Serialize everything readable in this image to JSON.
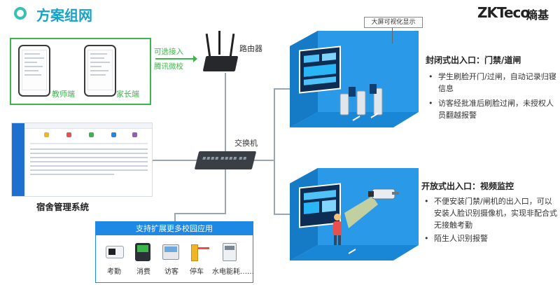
{
  "header": {
    "title": "方案组网",
    "logo_text": "ZKTeco",
    "logo_cn": "熵基"
  },
  "router": {
    "label": "路由器"
  },
  "switch": {
    "label": "交换机"
  },
  "wechat": {
    "note_line1": "可选接入",
    "note_line2": "腾讯微校",
    "teacher_label": "教师端",
    "parent_label": "家长端"
  },
  "dashboard": {
    "label": "宿舍管理系统"
  },
  "extensions": {
    "header": "支持扩展更多校园应用",
    "apps": [
      {
        "label": "考勤",
        "icon": "attendance-terminal-icon"
      },
      {
        "label": "消费",
        "icon": "payment-terminal-icon"
      },
      {
        "label": "访客",
        "icon": "visitor-kiosk-icon"
      },
      {
        "label": "停车",
        "icon": "parking-barrier-icon"
      },
      {
        "label": "水电能耗……",
        "icon": "energy-meter-icon"
      }
    ]
  },
  "closed_entrance": {
    "callout": "大屏可视化显示",
    "title": "封闭式出入口：门禁/道闸",
    "bullets": [
      "学生刷脸开门/过闸，自动记录归寝信息",
      "访客经批准后刷脸过闸，未授权人员翻越报警"
    ]
  },
  "open_entrance": {
    "title": "开放式出入口：视频监控",
    "bullets": [
      "不便安装门禁/闸机的出入口，可以安装人脸识别摄像机，实现非配合式无接触考勤",
      "陌生人识别报警"
    ]
  },
  "colors": {
    "accent_teal": "#17a2c8",
    "green": "#3cb54a",
    "blue": "#1e88e5",
    "room_blue": "#1b8ee0"
  }
}
